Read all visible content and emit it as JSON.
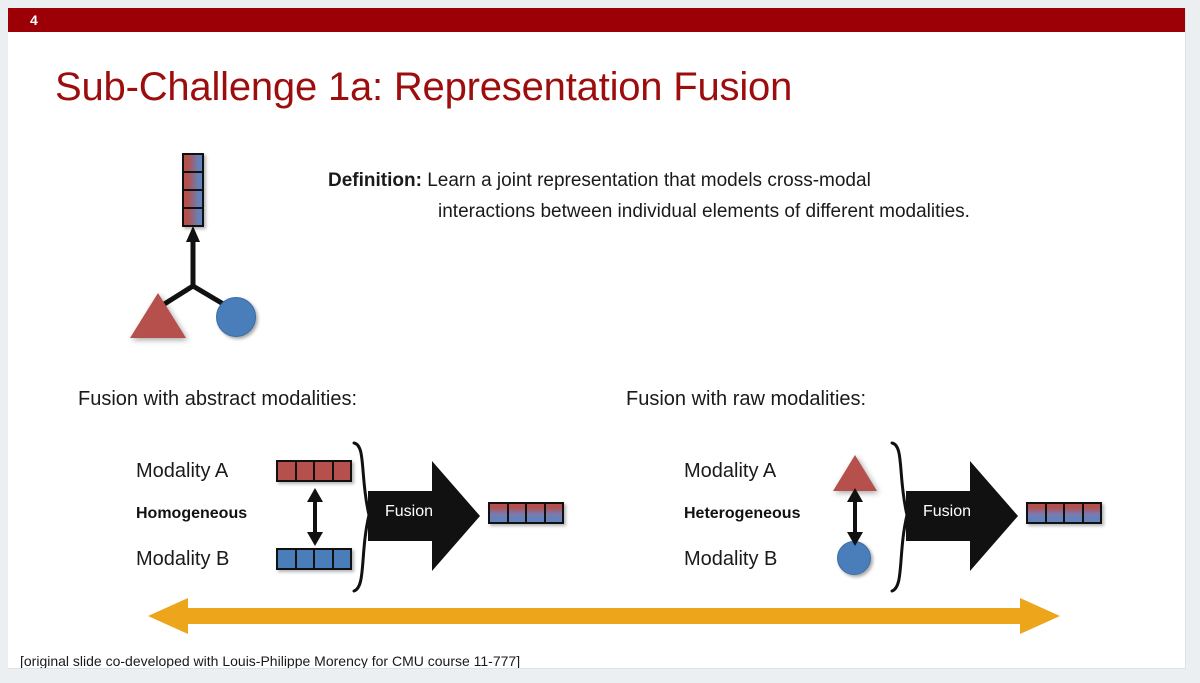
{
  "slide": {
    "page_number": "4",
    "title": "Sub-Challenge 1a: Representation Fusion",
    "header_color": "#9c0006",
    "title_color": "#9c0d0d",
    "background": "#ffffff"
  },
  "definition": {
    "label": "Definition:",
    "line1": " Learn a joint representation that models cross-modal",
    "line2": "interactions between individual elements of different modalities."
  },
  "top_diagram": {
    "fused_vector_cells": 4,
    "modality_a_shape": "triangle",
    "modality_a_color": "#b5504c",
    "modality_b_shape": "circle",
    "modality_b_color": "#4a7ebb"
  },
  "panels": [
    {
      "heading": "Fusion with abstract modalities:",
      "modality_a_label": "Modality A",
      "modality_b_label": "Modality B",
      "relation_label": "Homogeneous",
      "modality_a_repr": "red-vector",
      "modality_b_repr": "blue-vector",
      "vector_cells": 4,
      "fusion_label": "Fusion",
      "output_cells": 4
    },
    {
      "heading": "Fusion with raw modalities:",
      "modality_a_label": "Modality A",
      "modality_b_label": "Modality B",
      "relation_label": "Heterogeneous",
      "modality_a_repr": "red-triangle",
      "modality_b_repr": "blue-circle",
      "vector_cells": 4,
      "fusion_label": "Fusion",
      "output_cells": 4
    }
  ],
  "spectrum_arrow": {
    "color": "#eda51b",
    "direction": "double-headed"
  },
  "footer": {
    "note": "[original slide co-developed with Louis-Philippe Morency for CMU course 11-777]"
  }
}
